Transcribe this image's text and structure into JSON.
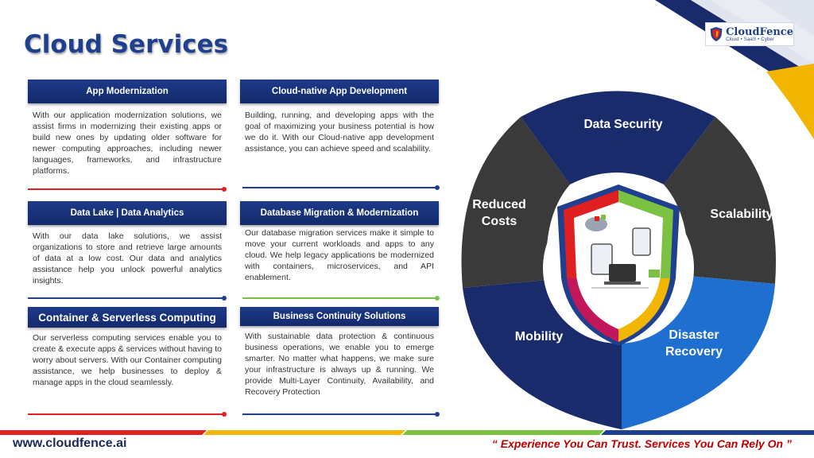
{
  "header": {
    "title": "Cloud Services",
    "logo_name": "CloudFence",
    "logo_tagline": "Cloud • SaaS • Cyber"
  },
  "cards": [
    {
      "title": "App Modernization",
      "text": "With our application modernization solutions, we assist firms in modernizing their existing apps or build new ones by updating older software for newer computing approaches, including newer languages, frameworks, and infrastructure platforms.",
      "accent": "#e02020"
    },
    {
      "title": "Cloud-native App Development",
      "text": "Building, running, and developing apps with the goal of maximizing your business potential is how we do it. With our Cloud-native app development assistance, you can achieve speed and scalability.",
      "accent": "#1f3f8f"
    },
    {
      "title": "Data Lake | Data Analytics",
      "text": "With our data lake solutions, we assist organizations to store and retrieve large amounts of data at a low cost. Our data and analytics assistance help you unlock powerful analytics insights.",
      "accent": "#1f3f8f"
    },
    {
      "title": "Database Migration & Modernization",
      "text": "Our database migration services make it simple to move your current workloads and apps to any cloud. We help legacy applications be modernized with containers, microservices, and API enablement.",
      "accent": "#7cc242"
    },
    {
      "title": "Container & Serverless Computing",
      "text": "Our serverless computing services enable you to create & execute apps & services without having to worry about servers. With our Container computing assistance, we help businesses to deploy & manage apps in the cloud seamlessly.",
      "accent": "#e02020"
    },
    {
      "title": "Business Continuity Solutions",
      "text": "With sustainable data protection & continuous business operations, we enable you to emerge smarter. No matter what happens, we make sure your infrastructure is always up & running. We provide Multi-Layer Continuity, Availability, and Recovery Protection",
      "accent": "#1f3f8f"
    }
  ],
  "wheel": {
    "data_security": "Data Security",
    "scalability": "Scalability",
    "disaster_1": "Disaster",
    "disaster_2": "Recovery",
    "mobility": "Mobility",
    "reduced_1": "Reduced",
    "reduced_2": "Costs",
    "colors": {
      "navy": "#1a2b6b",
      "dark": "#3a3a3a",
      "blue": "#1f6fd0"
    }
  },
  "footer": {
    "url": "www.cloudfence.ai",
    "quote": "“ Experience You Can Trust. Services You Can Rely On ”"
  }
}
